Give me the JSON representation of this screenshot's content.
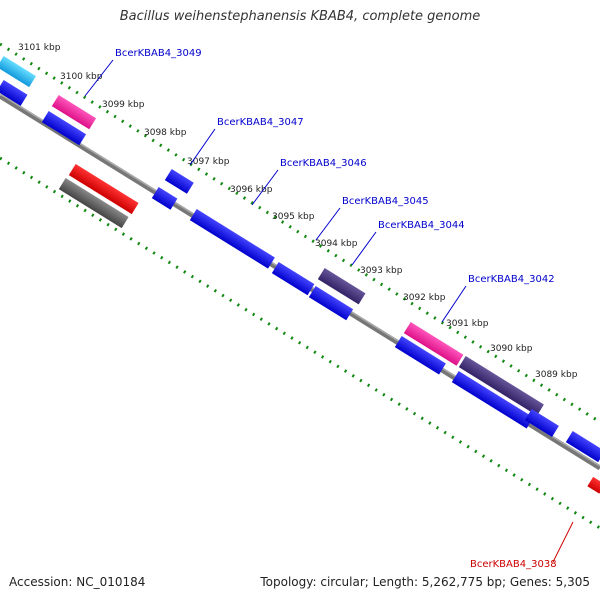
{
  "title": "Bacillus weihenstephanensis KBAB4, complete genome",
  "footer": {
    "accession": "Accession: NC_010184",
    "topology": "Topology: circular; Length: 5,262,775 bp; Genes: 5,305"
  },
  "colors": {
    "forward_gene": "#0000ee",
    "dark_gene": "#443377",
    "pink_gene": "#ee2299",
    "cyan_gene": "#33bbee",
    "red_gene": "#ee0000",
    "gray_gene": "#666666",
    "backbone": "#888888",
    "dots": "#118811",
    "label_blue": "#0000cc",
    "label_red": "#cc0000"
  },
  "kbp_labels": [
    "3101 kbp",
    "3100 kbp",
    "3099 kbp",
    "3098 kbp",
    "3097 kbp",
    "3096 kbp",
    "3095 kbp",
    "3094 kbp",
    "3093 kbp",
    "3092 kbp",
    "3091 kbp",
    "3090 kbp",
    "3089 kbp"
  ],
  "gene_labels": [
    "BcerKBAB4_3049",
    "BcerKBAB4_3047",
    "BcerKBAB4_3046",
    "BcerKBAB4_3045",
    "BcerKBAB4_3044",
    "BcerKBAB4_3042",
    "BcerKBAB4_3038"
  ]
}
